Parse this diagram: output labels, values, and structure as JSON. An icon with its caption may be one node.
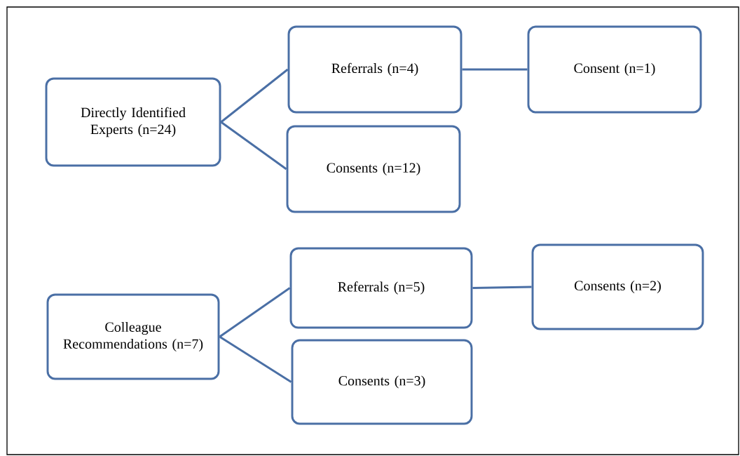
{
  "diagram": {
    "nodes": [
      {
        "text": [
          "Directly Identified Experts (n=24)"
        ]
      },
      {
        "text": [
          "Referrals (n=4)"
        ]
      },
      {
        "text": [
          "Consent (n=1)"
        ]
      },
      {
        "text": [
          "Consents (n=12)"
        ]
      },
      {
        "text": [
          "Colleague Recommendations (n=7)"
        ]
      },
      {
        "text": [
          "Referrals (n=5)"
        ]
      },
      {
        "text": [
          "Consents (n=2)"
        ]
      },
      {
        "text": [
          "Consents (n=3)"
        ]
      }
    ],
    "edges": [
      {
        "from": 0,
        "to": 1,
        "arrow": "none"
      },
      {
        "from": 0,
        "to": 3,
        "arrow": "none"
      },
      {
        "from": 1,
        "to": 2,
        "arrow": "none"
      },
      {
        "from": 4,
        "to": 5,
        "arrow": "none"
      },
      {
        "from": 4,
        "to": 7,
        "arrow": "none"
      },
      {
        "from": 5,
        "to": 6,
        "arrow": "none"
      }
    ]
  }
}
